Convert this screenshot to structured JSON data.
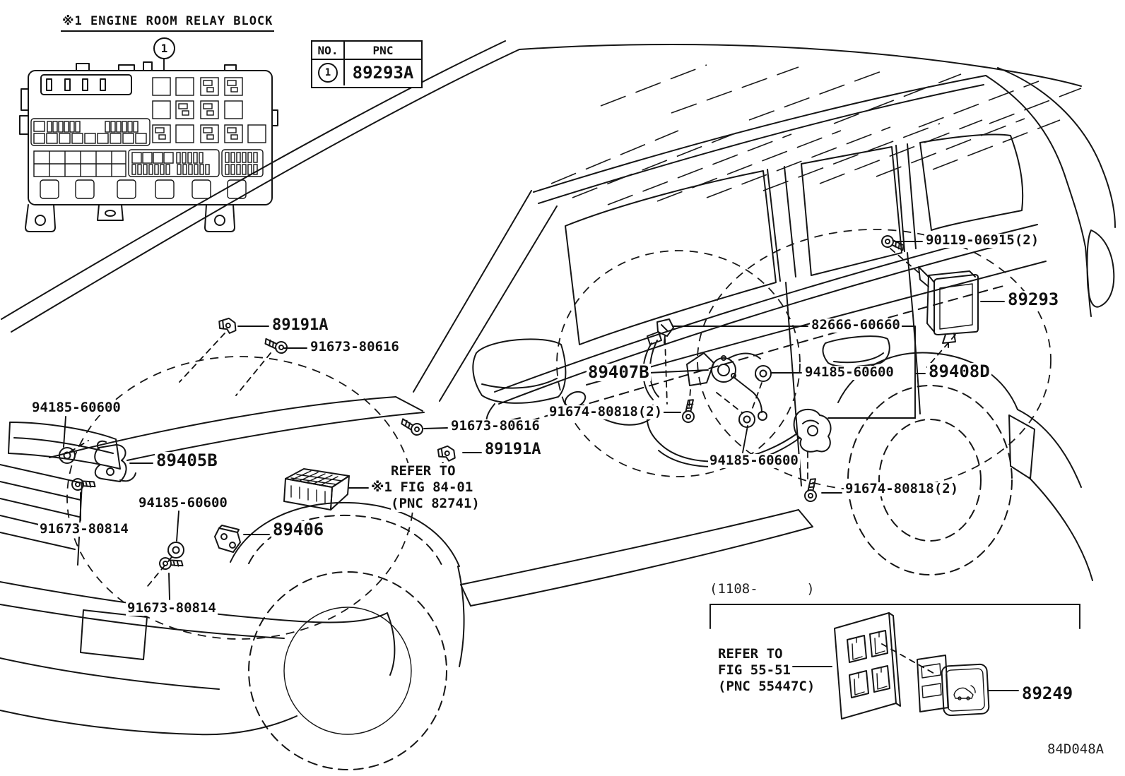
{
  "title": "※1 ENGINE ROOM RELAY BLOCK",
  "drawing_code": "84D048A",
  "pnc_table": {
    "no_header": "NO.",
    "pnc_header": "PNC",
    "row_no": "1",
    "row_pnc": "89293A"
  },
  "relay_callout_no": "1",
  "parts": {
    "bolt_90119": "90119-06915(2)",
    "ecu_89293": "89293",
    "sensor_89191a_upper": "89191A",
    "screw_91673_80616_upper": "91673-80616",
    "clip_82666": "82666-60660",
    "lock_89407b": "89407B",
    "grommet_94185_door_upper": "94185-60600",
    "lock_assy_89408d": "89408D",
    "screw_91674_upper": "91674-80818(2)",
    "grommet_94185_hood": "94185-60600",
    "latch_89405b": "89405B",
    "screw_91673_80616_lower": "91673-80616",
    "sensor_89191a_lower": "89191A",
    "grommet_94185_mid": "94185-60600",
    "grommet_94185_front": "94185-60600",
    "screw_91673_80814_upper": "91673-80814",
    "sensor_89406": "89406",
    "screw_91674_lower": "91674-80818(2)",
    "screw_91673_80814_lower": "91673-80814",
    "switch_89249": "89249"
  },
  "notes": {
    "refer_fig84_line1": "REFER TO",
    "refer_fig84_line2": "※1 FIG 84-01",
    "refer_fig84_line3": "(PNC 82741)",
    "refer_fig55_line1": "REFER TO",
    "refer_fig55_line2": "FIG 55-51",
    "refer_fig55_line3": "(PNC 55447C)",
    "date_range": "(1108-      )"
  },
  "colors": {
    "line": "#151515",
    "background": "#ffffff"
  }
}
